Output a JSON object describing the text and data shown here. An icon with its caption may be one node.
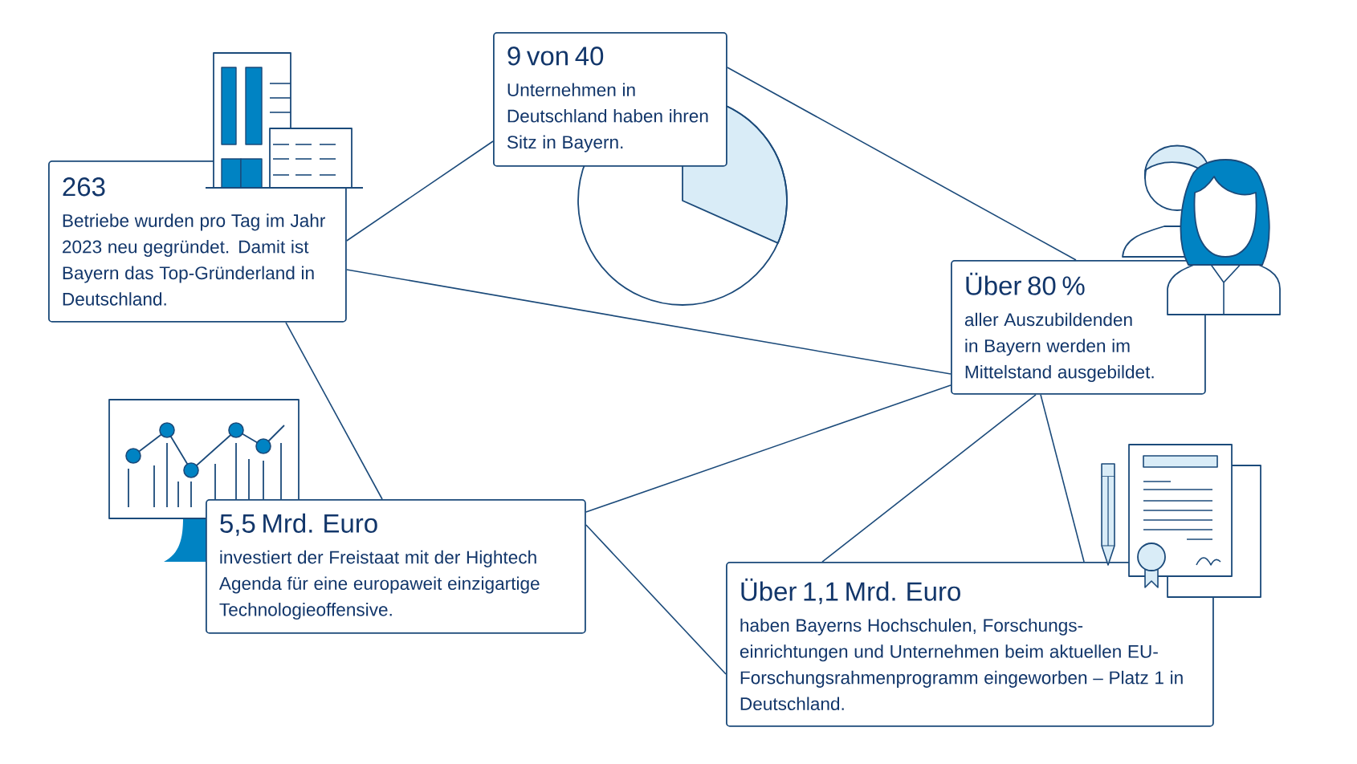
{
  "diagram": {
    "nodes": [
      {
        "text": [
          "263",
          "Betriebe wurden pro Tag im Jahr 2023 neu gegründet. Damit ist Bayern das Top-Gründerland in Deutschland."
        ]
      },
      {
        "text": [
          "9 von 40",
          "Unternehmen in Deutschland haben ihren Sitz in Bayern."
        ]
      },
      {
        "text": [
          "Über 80 %",
          "aller Auszubildenden in Bayern werden im Mittelstand ausgebildet."
        ]
      },
      {
        "text": [
          "5,5 Mrd. Euro",
          "investiert der Freistaat mit der Hightech Agenda für eine europaweit einzigartige Technologieoffensive."
        ]
      },
      {
        "text": [
          "Über 1,1 Mrd. Euro",
          "haben Bayerns Hochschulen, Forschungs-einrichtungen und Unternehmen beim aktuellen EU-Forschungsrahmenprogramm eingeworben – Platz 1 in Deutschland."
        ]
      }
    ],
    "edges": [
      {
        "from": 0,
        "to": 1,
        "arrow": "none"
      },
      {
        "from": 0,
        "to": 2,
        "arrow": "none"
      },
      {
        "from": 0,
        "to": 3,
        "arrow": "none"
      },
      {
        "from": 1,
        "to": 2,
        "arrow": "none"
      },
      {
        "from": 3,
        "to": 2,
        "arrow": "none"
      },
      {
        "from": 3,
        "to": 4,
        "arrow": "none"
      },
      {
        "from": 2,
        "to": 4,
        "arrow": "none"
      },
      {
        "from": 2,
        "to": 4,
        "arrow": "none"
      }
    ]
  }
}
